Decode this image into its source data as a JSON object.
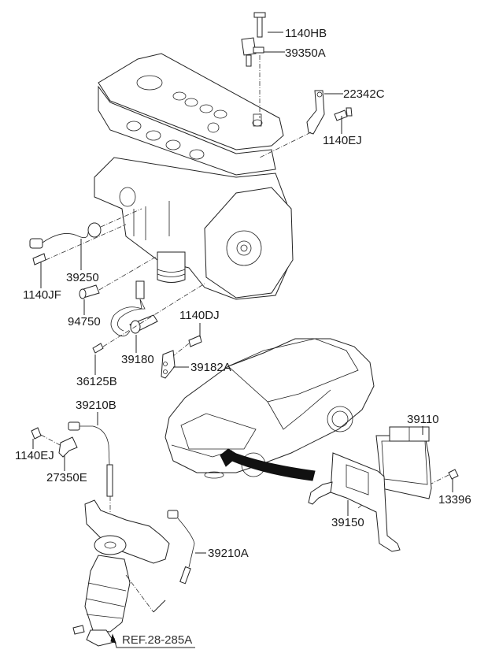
{
  "diagram": {
    "type": "exploded-parts-diagram",
    "subject": "Engine control / sensors assembly",
    "parts": [
      {
        "id": "p1",
        "number": "1140HB",
        "description": "bolt"
      },
      {
        "id": "p2",
        "number": "39350A",
        "description": "camshaft position sensor"
      },
      {
        "id": "p3",
        "number": "22342C",
        "description": "bracket"
      },
      {
        "id": "p4",
        "number": "1140EJ",
        "description": "bolt"
      },
      {
        "id": "p5",
        "number": "39250",
        "description": "knock sensor"
      },
      {
        "id": "p6",
        "number": "1140JF",
        "description": "bolt"
      },
      {
        "id": "p7",
        "number": "94750",
        "description": "oil pressure switch"
      },
      {
        "id": "p8",
        "number": "1140DJ",
        "description": "bolt"
      },
      {
        "id": "p9",
        "number": "39180",
        "description": "crankshaft position sensor"
      },
      {
        "id": "p10",
        "number": "36125B",
        "description": "bolt"
      },
      {
        "id": "p11",
        "number": "39182A",
        "description": "bracket"
      },
      {
        "id": "p12",
        "number": "39210B",
        "description": "oxygen sensor (upper)"
      },
      {
        "id": "p13",
        "number": "1140EJ",
        "description": "bolt"
      },
      {
        "id": "p14",
        "number": "27350E",
        "description": "bracket"
      },
      {
        "id": "p15",
        "number": "39110",
        "description": "engine control unit"
      },
      {
        "id": "p16",
        "number": "13396",
        "description": "nut"
      },
      {
        "id": "p17",
        "number": "39150",
        "description": "ECU bracket"
      },
      {
        "id": "p18",
        "number": "39210A",
        "description": "oxygen sensor (lower)"
      }
    ],
    "reference": "REF.28-285A"
  }
}
